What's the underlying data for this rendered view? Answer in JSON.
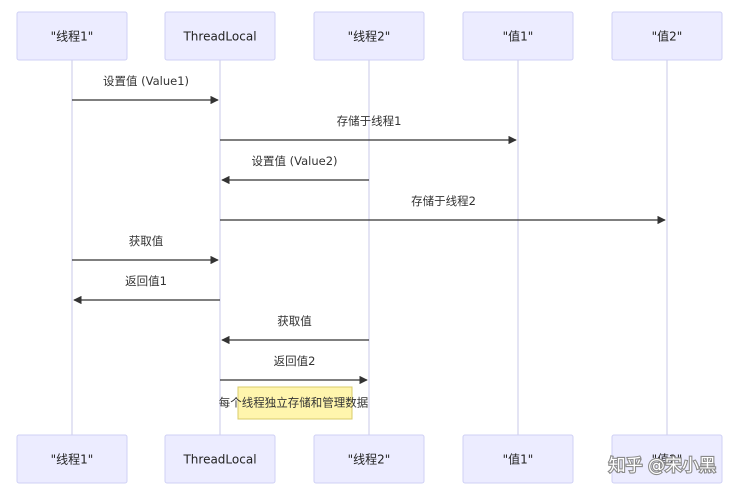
{
  "actors": [
    "\"线程1\"",
    "ThreadLocal",
    "\"线程2\"",
    "\"值1\"",
    "\"值2\""
  ],
  "messages": [
    {
      "from": 0,
      "to": 1,
      "label": "设置值 (Value1)"
    },
    {
      "from": 1,
      "to": 3,
      "label": "存储于线程1"
    },
    {
      "from": 2,
      "to": 1,
      "label": "设置值 (Value2)"
    },
    {
      "from": 1,
      "to": 4,
      "label": "存储于线程2"
    },
    {
      "from": 0,
      "to": 1,
      "label": "获取值"
    },
    {
      "from": 1,
      "to": 0,
      "label": "返回值1"
    },
    {
      "from": 2,
      "to": 1,
      "label": "获取值"
    },
    {
      "from": 1,
      "to": 2,
      "label": "返回值2"
    }
  ],
  "note": {
    "text": "每个线程独立存储和管理数据",
    "over": [
      1,
      2
    ]
  },
  "watermark": "知乎 @宋小黑"
}
